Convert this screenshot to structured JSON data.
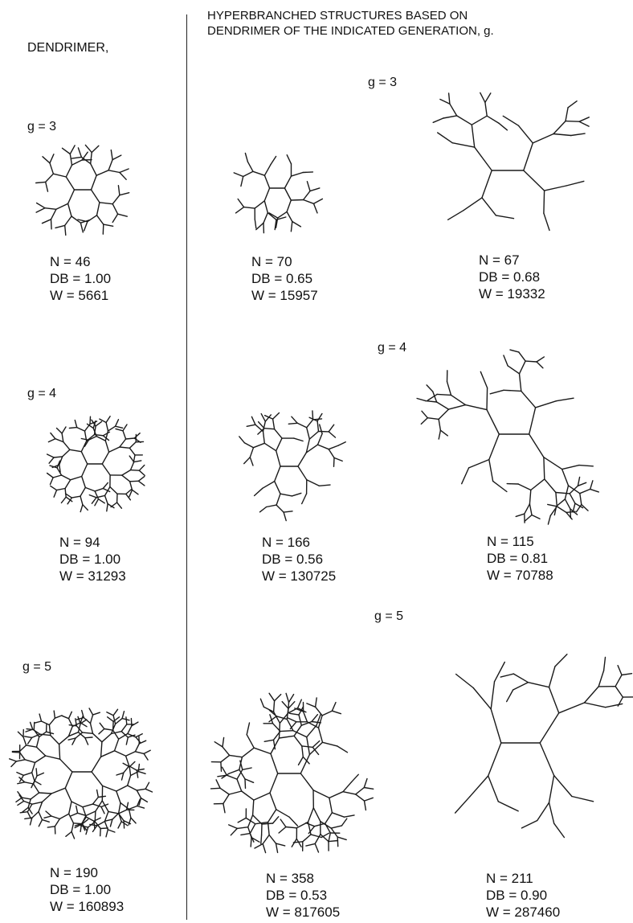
{
  "left_heading": "DENDRIMER,",
  "right_heading_line1": "HYPERBRANCHED STRUCTURES BASED ON",
  "right_heading_line2": "DENDRIMER OF THE INDICATED GENERATION, g.",
  "generation_labels": {
    "dendrimer_g3": "g = 3",
    "dendrimer_g4": "g = 4",
    "dendrimer_g5": "g = 5",
    "hyper_g3": "g = 3",
    "hyper_g4": "g = 4",
    "hyper_g5": "g = 5"
  },
  "structures": [
    {
      "id": "d3",
      "generation": 3,
      "kind": "dendrimer",
      "n": "N = 46",
      "db": "DB = 1.00",
      "w": "W = 5661"
    },
    {
      "id": "h3a",
      "generation": 3,
      "kind": "hyperbranched",
      "n": "N = 70",
      "db": "DB = 0.65",
      "w": "W = 15957"
    },
    {
      "id": "h3b",
      "generation": 3,
      "kind": "hyperbranched",
      "n": "N = 67",
      "db": "DB = 0.68",
      "w": "W = 19332"
    },
    {
      "id": "d4",
      "generation": 4,
      "kind": "dendrimer",
      "n": "N = 94",
      "db": "DB = 1.00",
      "w": "W = 31293"
    },
    {
      "id": "h4a",
      "generation": 4,
      "kind": "hyperbranched",
      "n": "N = 166",
      "db": "DB = 0.56",
      "w": "W = 130725"
    },
    {
      "id": "h4b",
      "generation": 4,
      "kind": "hyperbranched",
      "n": "N = 115",
      "db": "DB = 0.81",
      "w": "W = 70788"
    },
    {
      "id": "d5",
      "generation": 5,
      "kind": "dendrimer",
      "n": "N = 190",
      "db": "DB = 1.00",
      "w": "W = 160893"
    },
    {
      "id": "h5a",
      "generation": 5,
      "kind": "hyperbranched",
      "n": "N = 358",
      "db": "DB = 0.53",
      "w": "W = 817605"
    },
    {
      "id": "h5b",
      "generation": 5,
      "kind": "hyperbranched",
      "n": "N = 211",
      "db": "DB = 0.90",
      "w": "W = 287460"
    }
  ]
}
